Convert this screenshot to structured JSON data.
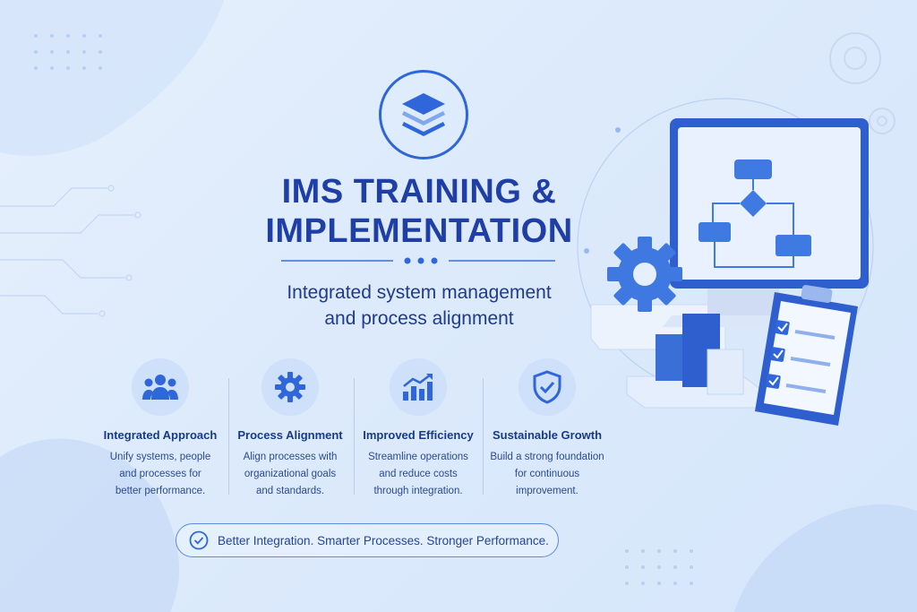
{
  "logo": {
    "icon": "stacked-layers-icon"
  },
  "title": {
    "line1": "IMS TRAINING &",
    "line2": "IMPLEMENTATION"
  },
  "subtitle": {
    "line1": "Integrated system management",
    "line2": "and process alignment"
  },
  "features": [
    {
      "icon": "people-group-icon",
      "title": "Integrated Approach",
      "desc1": "Unify systems, people",
      "desc2": "and processes for",
      "desc3": "better performance."
    },
    {
      "icon": "gear-icon",
      "title": "Process Alignment",
      "desc1": "Align processes with",
      "desc2": "organizational goals",
      "desc3": "and standards."
    },
    {
      "icon": "growth-chart-icon",
      "title": "Improved Efficiency",
      "desc1": "Streamline operations",
      "desc2": "and reduce costs",
      "desc3": "through integration."
    },
    {
      "icon": "shield-check-icon",
      "title": "Sustainable Growth",
      "desc1": "Build a strong foundation",
      "desc2": "for continuous",
      "desc3": "improvement."
    }
  ],
  "banner": {
    "icon": "check-circle-icon",
    "text": "Better Integration. Smarter Processes. Stronger Performance."
  },
  "colors": {
    "primary": "#1f3fa6",
    "accent": "#2f66d9",
    "background": "#e6f0fd"
  }
}
